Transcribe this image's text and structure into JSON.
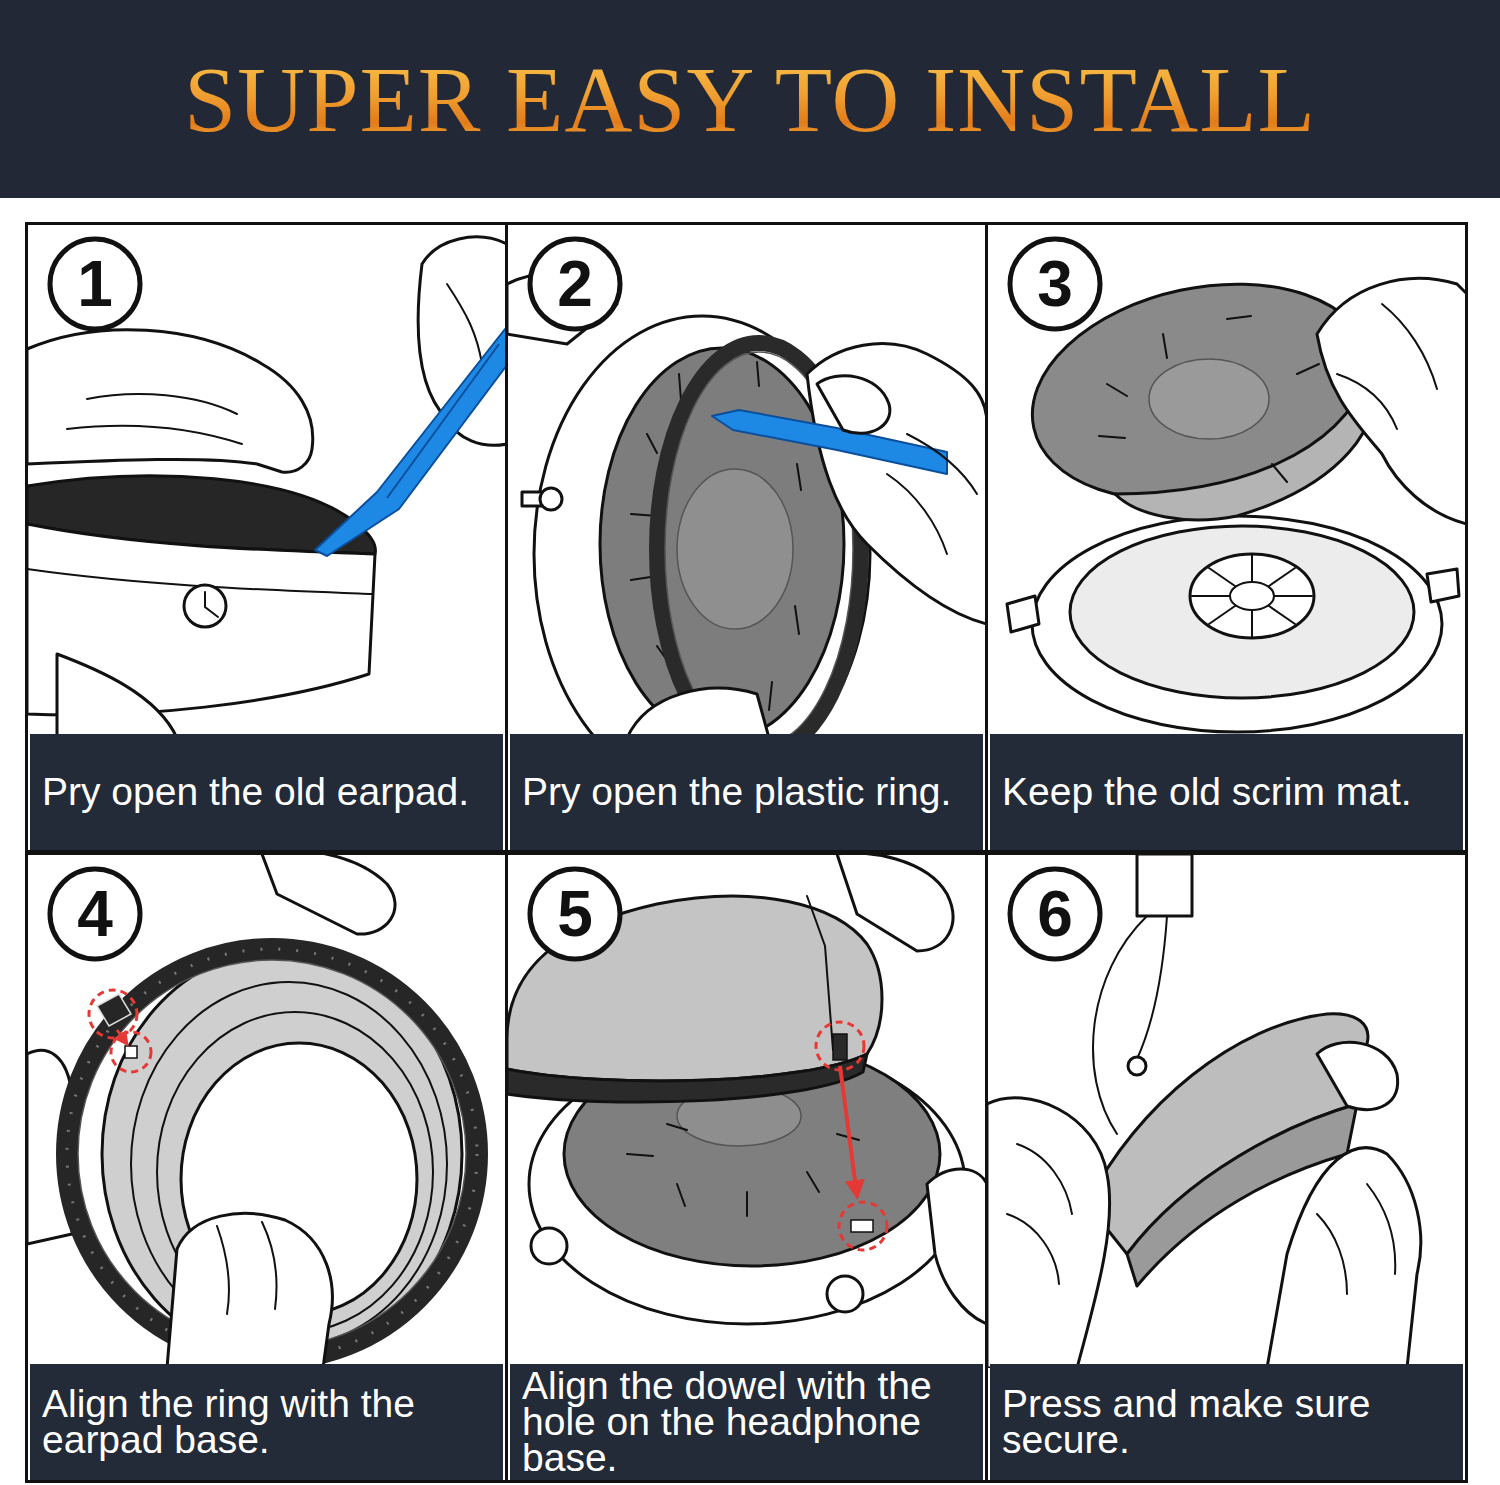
{
  "diagram": {
    "title": "SUPER EASY TO INSTALL",
    "nodes": [
      {
        "text": [
          "Pry open the old earpad."
        ]
      },
      {
        "text": [
          "1"
        ],
        "in": 0
      },
      {
        "text": [
          "Pry open the plastic ring."
        ]
      },
      {
        "text": [
          "2"
        ],
        "in": 2
      },
      {
        "text": [
          "Keep the old scrim mat."
        ]
      },
      {
        "text": [
          "3"
        ],
        "in": 4
      },
      {
        "text": [
          "Align the ring with the earpad base."
        ]
      },
      {
        "text": [
          "4"
        ],
        "in": 6
      },
      {
        "text": [
          "Align the dowel with the hole on the headphone base."
        ]
      },
      {
        "text": [
          "5"
        ],
        "in": 8
      },
      {
        "text": [
          "Press and make sure secure."
        ]
      },
      {
        "text": [
          "6"
        ],
        "in": 10
      }
    ]
  }
}
